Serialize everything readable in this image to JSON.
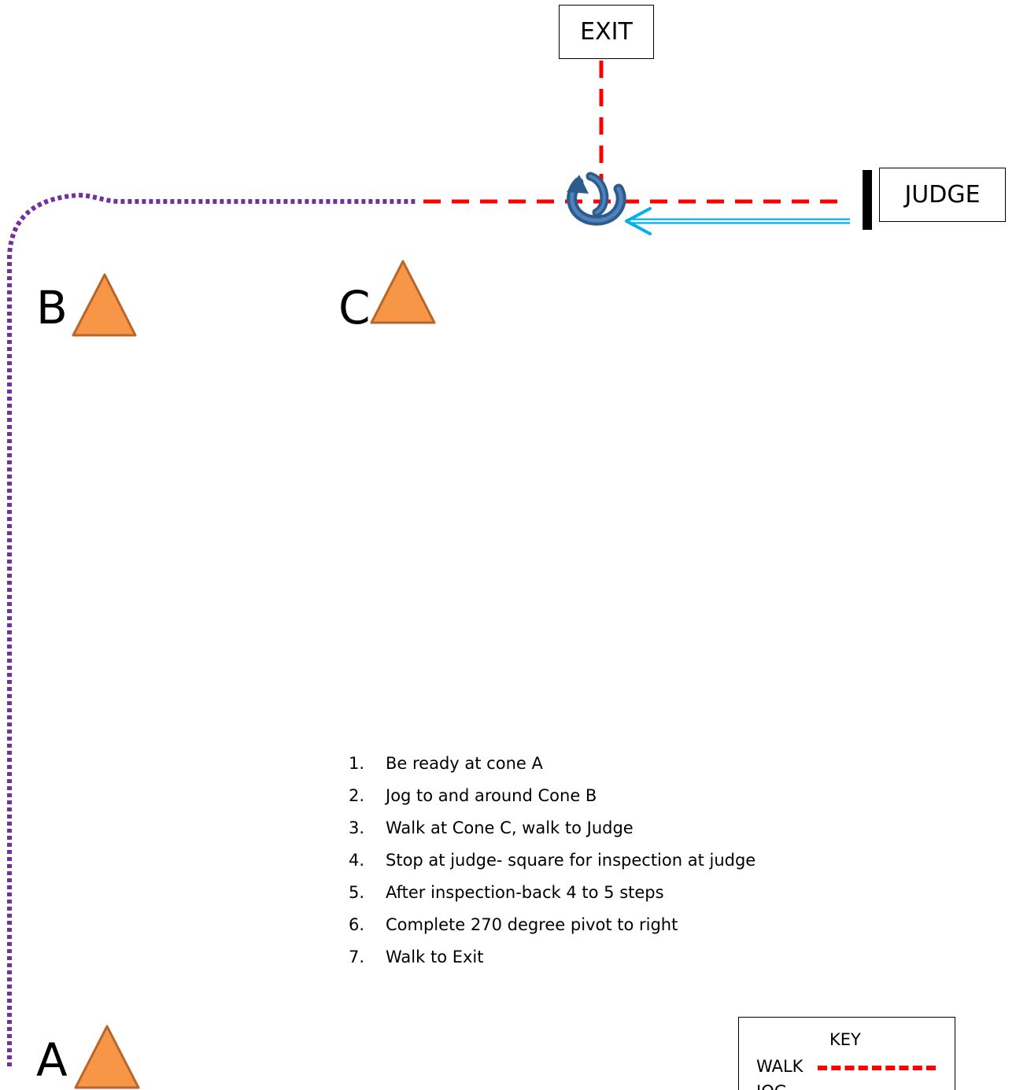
{
  "exit_label": "EXIT",
  "judge_label": "JUDGE",
  "cones": {
    "a": "A",
    "b": "B",
    "c": "C"
  },
  "steps": [
    {
      "num": "1.",
      "text": "Be ready at cone A"
    },
    {
      "num": "2.",
      "text": "Jog to and around Cone B"
    },
    {
      "num": "3.",
      "text": "Walk at Cone C, walk to Judge"
    },
    {
      "num": "4.",
      "text": "Stop at judge- square for  inspection at judge"
    },
    {
      "num": "5.",
      "text": "After inspection-back 4 to 5 steps"
    },
    {
      "num": "6.",
      "text": "Complete 270 degree pivot to right"
    },
    {
      "num": "7.",
      "text": "Walk to Exit"
    }
  ],
  "key": {
    "title": "KEY",
    "walk": "WALK",
    "jog": "JOG"
  },
  "colors": {
    "walk": "#ff0000",
    "jog": "#7030a0",
    "cone_fill": "#f79646",
    "cone_stroke": "#b7652b",
    "back_arrow": "#00b0f0",
    "pivot": "#2e5c8a"
  },
  "icons": {
    "cone": "cone-icon",
    "pivot": "pivot-icon",
    "back-arrow": "arrow-left-icon",
    "judge-marker": "judge-marker-icon"
  }
}
